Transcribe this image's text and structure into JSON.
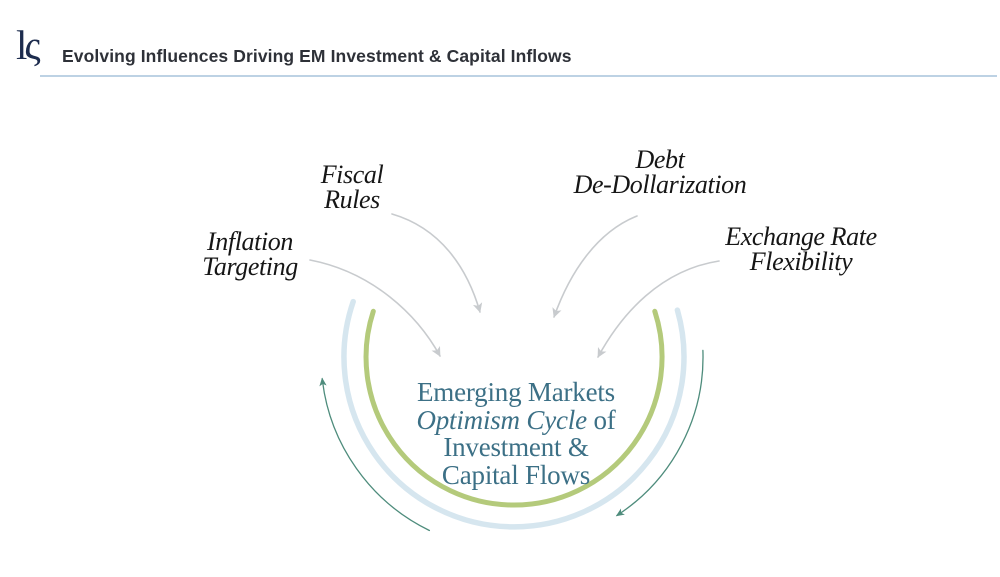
{
  "header": {
    "logo_text": "lς",
    "title": "Evolving Influences Driving EM Investment & Capital Inflows"
  },
  "diagram": {
    "influences": [
      {
        "id": "fiscal-rules",
        "lines": [
          "Fiscal",
          "Rules"
        ]
      },
      {
        "id": "inflation-targeting",
        "lines": [
          "Inflation",
          "Targeting"
        ]
      },
      {
        "id": "debt-dedollarization",
        "lines": [
          "Debt",
          "De-Dollarization"
        ]
      },
      {
        "id": "exchange-rate",
        "lines": [
          "Exchange Rate",
          "Flexibility"
        ]
      }
    ],
    "hub": {
      "line1": "Emerging Markets",
      "line2_italic": "Optimism Cycle",
      "line2_rest": "of",
      "line3": "Investment &",
      "line4": "Capital Flows"
    },
    "colors": {
      "green_arc": "#b4ca7b",
      "blue_arc": "#d6e6ef",
      "cycle_arrow": "#4e8c7c",
      "influence_arrow": "#c8cbce",
      "hub_text": "#3c7086",
      "label_text": "#161616"
    }
  },
  "colors": {
    "logo": "#1d2c4e",
    "title_text": "#2e3138",
    "header_rule": "#bdd2e4",
    "background": "#ffffff"
  }
}
